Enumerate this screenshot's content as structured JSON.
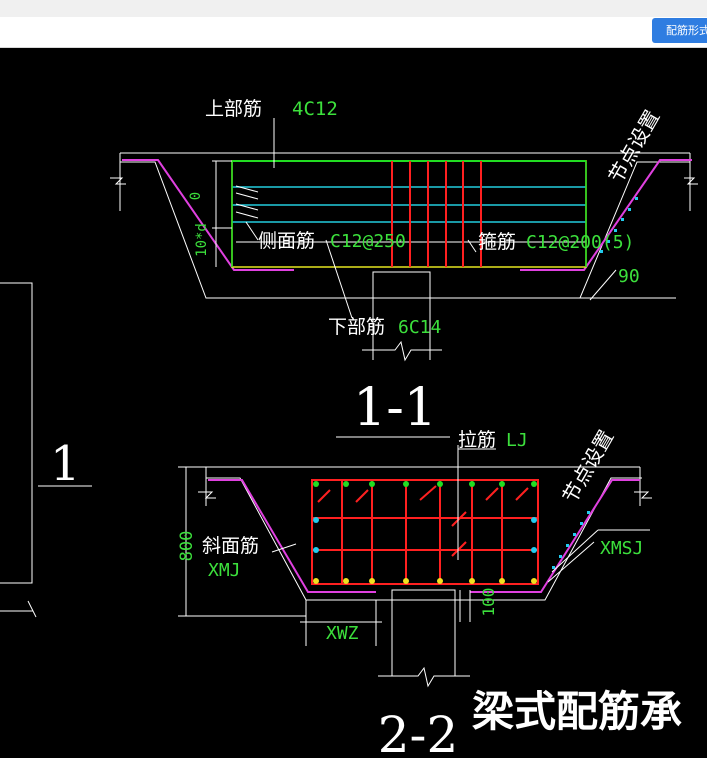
{
  "toolbar": {
    "button_label": "配筋形式"
  },
  "section_1_1": {
    "title": "1-1",
    "top_bar_label": "上部筋",
    "top_bar_value": "4C12",
    "side_bar_label": "侧面筋",
    "side_bar_value": "C12@250",
    "stirrup_label": "箍筋",
    "stirrup_value": "C12@200(5)",
    "bottom_bar_label": "下部筋",
    "bottom_bar_value": "6C14",
    "node_setting": "节点设置",
    "angle": "90",
    "dim_zero": "0",
    "dim_anchor": "10*d"
  },
  "section_2_2": {
    "title": "2-2",
    "tie_bar_label": "拉筋",
    "tie_bar_value": "LJ",
    "slope_bar_label": "斜面筋",
    "slope_bar_value": "XMJ",
    "node_setting": "节点设置",
    "xmsj": "XMSJ",
    "xwz": "XWZ",
    "dim_height": "800",
    "dim_100": "100"
  },
  "left_label": "1",
  "bottom_title": "梁式配筋承"
}
